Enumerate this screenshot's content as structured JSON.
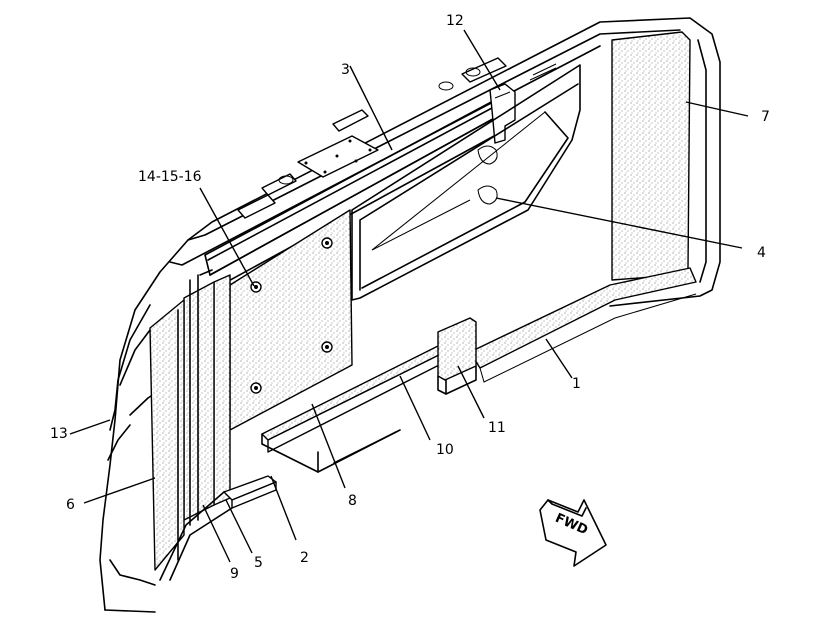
{
  "callouts": [
    {
      "id": "1",
      "label": "1"
    },
    {
      "id": "2",
      "label": "2"
    },
    {
      "id": "3",
      "label": "3"
    },
    {
      "id": "4",
      "label": "4"
    },
    {
      "id": "5",
      "label": "5"
    },
    {
      "id": "6",
      "label": "6"
    },
    {
      "id": "7",
      "label": "7"
    },
    {
      "id": "8",
      "label": "8"
    },
    {
      "id": "9",
      "label": "9"
    },
    {
      "id": "10",
      "label": "10"
    },
    {
      "id": "11",
      "label": "11"
    },
    {
      "id": "12",
      "label": "12"
    },
    {
      "id": "13",
      "label": "13"
    },
    {
      "id": "14-15-16",
      "label": "14-15-16"
    }
  ],
  "direction_arrow": {
    "label": "FWD"
  }
}
